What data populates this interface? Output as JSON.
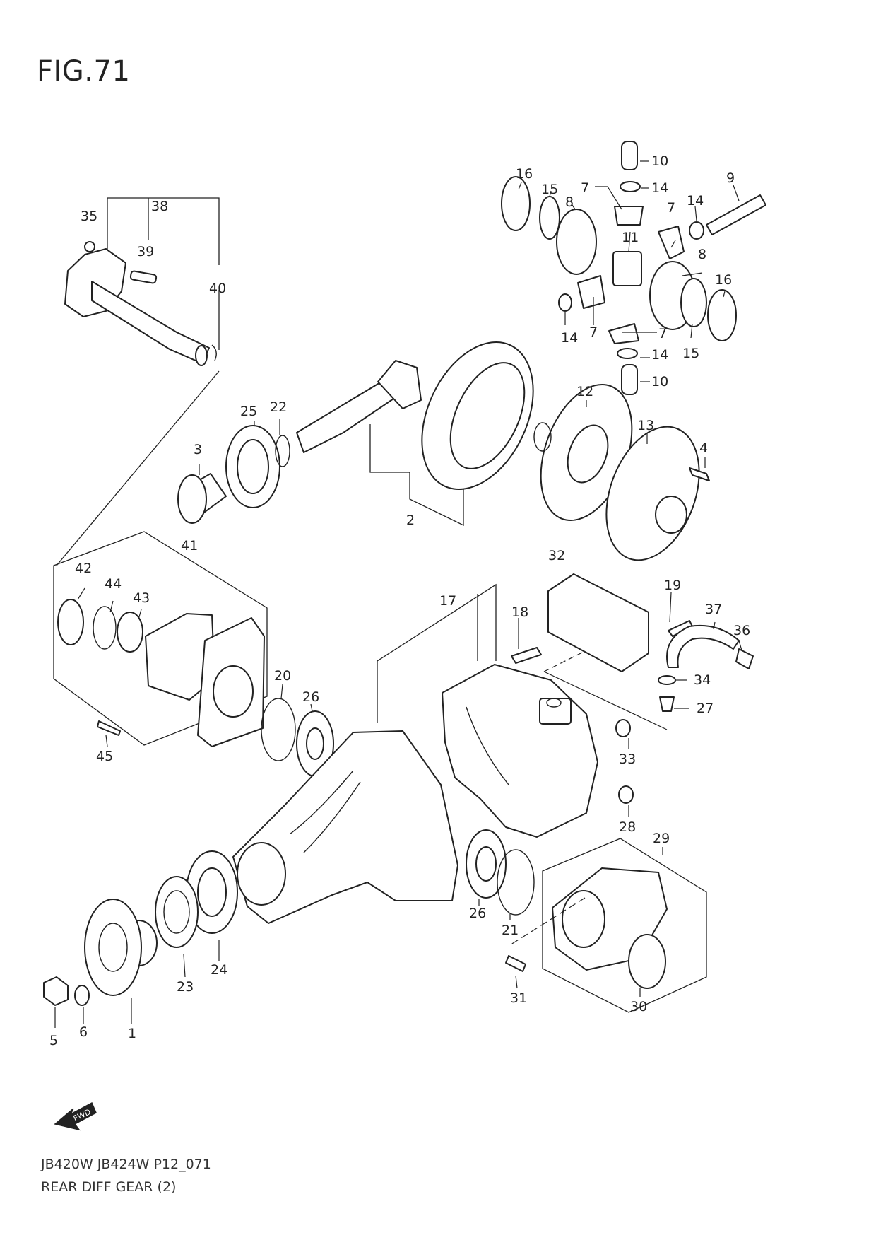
{
  "figure": {
    "title": "FIG.71",
    "code": "JB420W JB424W P12_071",
    "name": "REAR DIFF GEAR (2)",
    "fwd_label": "FWD"
  },
  "callouts": [
    {
      "id": "c1",
      "text": "1"
    },
    {
      "id": "c2",
      "text": "2"
    },
    {
      "id": "c3",
      "text": "3"
    },
    {
      "id": "c4",
      "text": "4"
    },
    {
      "id": "c5",
      "text": "5"
    },
    {
      "id": "c6",
      "text": "6"
    },
    {
      "id": "c7a",
      "text": "7"
    },
    {
      "id": "c7b",
      "text": "7"
    },
    {
      "id": "c7c",
      "text": "7"
    },
    {
      "id": "c7d",
      "text": "7"
    },
    {
      "id": "c8a",
      "text": "8"
    },
    {
      "id": "c8b",
      "text": "8"
    },
    {
      "id": "c9",
      "text": "9"
    },
    {
      "id": "c10a",
      "text": "10"
    },
    {
      "id": "c10b",
      "text": "10"
    },
    {
      "id": "c11",
      "text": "11"
    },
    {
      "id": "c12",
      "text": "12"
    },
    {
      "id": "c13",
      "text": "13"
    },
    {
      "id": "c14a",
      "text": "14"
    },
    {
      "id": "c14b",
      "text": "14"
    },
    {
      "id": "c14c",
      "text": "14"
    },
    {
      "id": "c14d",
      "text": "14"
    },
    {
      "id": "c15a",
      "text": "15"
    },
    {
      "id": "c15b",
      "text": "15"
    },
    {
      "id": "c16a",
      "text": "16"
    },
    {
      "id": "c16b",
      "text": "16"
    },
    {
      "id": "c17",
      "text": "17"
    },
    {
      "id": "c18",
      "text": "18"
    },
    {
      "id": "c19",
      "text": "19"
    },
    {
      "id": "c20",
      "text": "20"
    },
    {
      "id": "c21",
      "text": "21"
    },
    {
      "id": "c22",
      "text": "22"
    },
    {
      "id": "c23",
      "text": "23"
    },
    {
      "id": "c24",
      "text": "24"
    },
    {
      "id": "c25",
      "text": "25"
    },
    {
      "id": "c26a",
      "text": "26"
    },
    {
      "id": "c26b",
      "text": "26"
    },
    {
      "id": "c27",
      "text": "27"
    },
    {
      "id": "c28",
      "text": "28"
    },
    {
      "id": "c29",
      "text": "29"
    },
    {
      "id": "c30",
      "text": "30"
    },
    {
      "id": "c31",
      "text": "31"
    },
    {
      "id": "c32",
      "text": "32"
    },
    {
      "id": "c33",
      "text": "33"
    },
    {
      "id": "c34",
      "text": "34"
    },
    {
      "id": "c35",
      "text": "35"
    },
    {
      "id": "c36",
      "text": "36"
    },
    {
      "id": "c37",
      "text": "37"
    },
    {
      "id": "c38",
      "text": "38"
    },
    {
      "id": "c39",
      "text": "39"
    },
    {
      "id": "c40",
      "text": "40"
    },
    {
      "id": "c41",
      "text": "41"
    },
    {
      "id": "c42",
      "text": "42"
    },
    {
      "id": "c43",
      "text": "43"
    },
    {
      "id": "c44",
      "text": "44"
    },
    {
      "id": "c45",
      "text": "45"
    }
  ]
}
